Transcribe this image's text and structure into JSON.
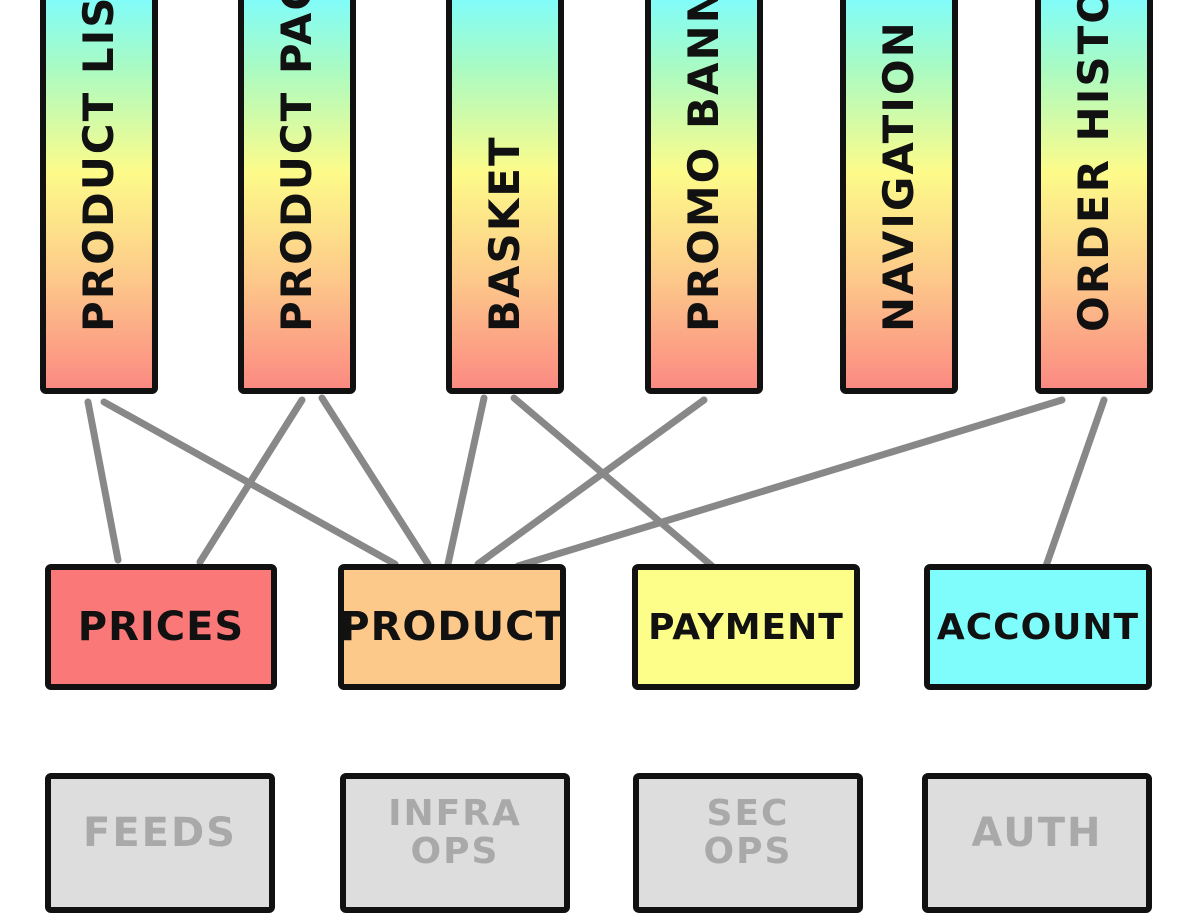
{
  "colors": {
    "outline": "#111111",
    "link": "#888888",
    "prices": "#fb7878",
    "product": "#fdc98a",
    "payment": "#fdfd8a",
    "account": "#7ffcfc",
    "platform": "#dddddd",
    "platform_text": "#a9a9a9"
  },
  "frontend_boxes": [
    {
      "id": "product-list",
      "label": "PRODUCT LIST"
    },
    {
      "id": "product-page",
      "label": "PRODUCT PAGE"
    },
    {
      "id": "basket",
      "label": "BASKET"
    },
    {
      "id": "promo-banner",
      "label": "PROMO BANNER"
    },
    {
      "id": "navigation",
      "label": "NAVIGATION"
    },
    {
      "id": "order-history",
      "label": "ORDER HISTORY"
    }
  ],
  "domain_boxes": [
    {
      "id": "prices",
      "label": "Prices"
    },
    {
      "id": "product",
      "label": "Product"
    },
    {
      "id": "payment",
      "label": "Payment"
    },
    {
      "id": "account",
      "label": "Account"
    }
  ],
  "platform_boxes": [
    {
      "id": "feeds",
      "lines": [
        "FEEDS"
      ]
    },
    {
      "id": "infra-ops",
      "lines": [
        "INFRA",
        "OPS"
      ]
    },
    {
      "id": "sec-ops",
      "lines": [
        "SEC",
        "OPS"
      ]
    },
    {
      "id": "auth",
      "lines": [
        "AUTH"
      ]
    }
  ],
  "links": [
    {
      "from": "product-list",
      "to": "prices"
    },
    {
      "from": "product-list",
      "to": "product"
    },
    {
      "from": "product-page",
      "to": "prices"
    },
    {
      "from": "product-page",
      "to": "product"
    },
    {
      "from": "basket",
      "to": "product"
    },
    {
      "from": "basket",
      "to": "payment"
    },
    {
      "from": "promo-banner",
      "to": "product"
    },
    {
      "from": "order-history",
      "to": "product"
    },
    {
      "from": "order-history",
      "to": "account"
    }
  ]
}
